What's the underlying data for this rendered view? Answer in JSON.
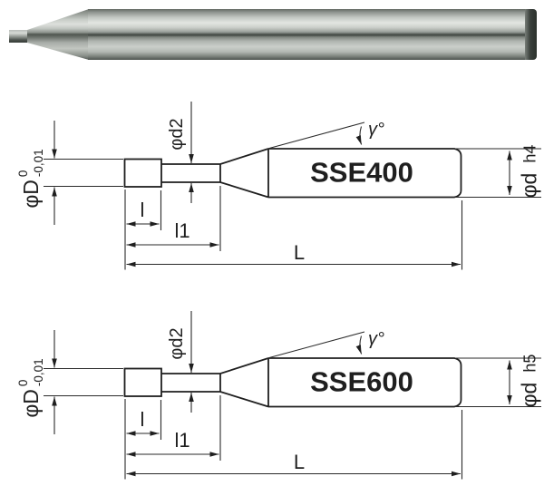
{
  "drawings": [
    {
      "model": "SSE400",
      "shank_tolerance_class": "h4"
    },
    {
      "model": "SSE600",
      "shank_tolerance_class": "h5"
    }
  ],
  "dimension_labels": {
    "head_diameter_symbol": "φD",
    "head_diameter_tolerance_upper": "0",
    "head_diameter_tolerance_lower": "-0,01",
    "neck_diameter": "φd2",
    "taper_angle": "γ°",
    "cutting_length": "l",
    "neck_length": "l1",
    "overall_length": "L",
    "shank_diameter_symbol": "φd"
  },
  "colors": {
    "line": "#1f1f1f",
    "background": "#ffffff",
    "steel_highlight": "#e3e6e2",
    "steel_mid": "#a8aea8",
    "steel_shadow": "#454b46"
  }
}
